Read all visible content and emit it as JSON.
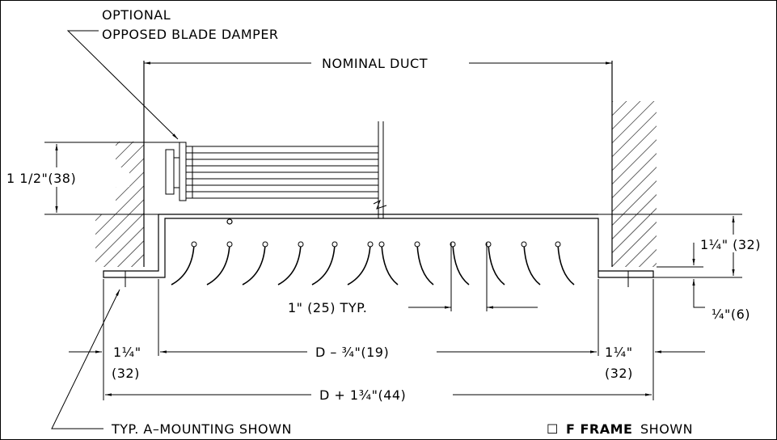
{
  "labels": {
    "damper_line1": "OPTIONAL",
    "damper_line2": "OPPOSED BLADE DAMPER",
    "nominal_duct": "NOMINAL DUCT",
    "height_left": "1 1/2\"(38)",
    "right_top_dim": "1¼\" (32)",
    "right_small_dim": "¼\"(6)",
    "blade_spacing": "1\" (25) TYP.",
    "left_flange_frac": "1¼\"",
    "left_flange_mm": "(32)",
    "core_width": "D – ¾\"(19)",
    "right_flange_frac": "1¼\"",
    "right_flange_mm": "(32)",
    "overall_width": "D + 1¾\"(44)",
    "mounting_note": "TYP. A–MOUNTING SHOWN",
    "frame_checkbox": "☐",
    "frame_bold": "F FRAME",
    "frame_shown": "SHOWN"
  },
  "blade_count": 12
}
